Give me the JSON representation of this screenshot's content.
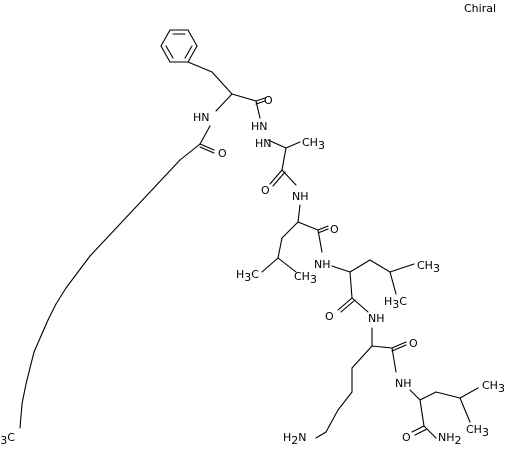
{
  "chiral_label": "Chiral",
  "atom_labels": {
    "o_phe": "O",
    "nh_phe": "HN",
    "nh_acyl": "HN",
    "o_acyl": "O",
    "nh_ala": "HN",
    "ch3_ala": "CH",
    "ch3_ala_sub": "3",
    "o_ala": "O",
    "nh_leu1": "NH",
    "o_leu1": "O",
    "h3c_leu1": "H",
    "h3c_leu1_sub": "3",
    "h3c_leu1_c": "C",
    "ch3_leu1": "CH",
    "ch3_leu1_sub": "3",
    "nh_leu2": "NH",
    "ch3_leu2": "CH",
    "ch3_leu2_sub": "3",
    "h3c_leu2": "H",
    "h3c_leu2_sub": "3",
    "h3c_leu2_c": "C",
    "o_leu2": "O",
    "nh_lys": "NH",
    "o_lys": "O",
    "h2n_lys": "H",
    "h2n_lys_sub": "2",
    "h2n_lys_n": "N",
    "nh_leu3": "NH",
    "ch3_leu3a": "CH",
    "ch3_leu3a_sub": "3",
    "ch3_leu3b": "CH",
    "ch3_leu3b_sub": "3",
    "o_leu3": "O",
    "nh2_term": "NH",
    "nh2_term_sub": "2",
    "h3c_chain": "H",
    "h3c_chain_sub": "3",
    "h3c_chain_c": "C"
  }
}
